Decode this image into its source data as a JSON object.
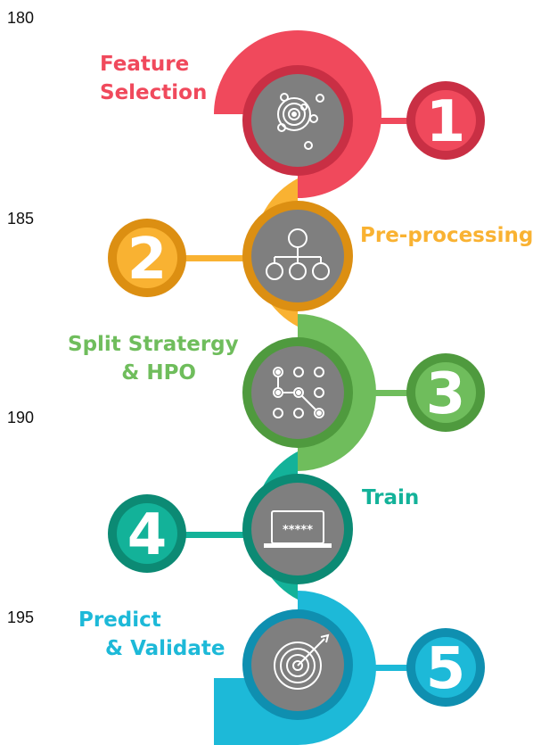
{
  "line_numbers": [
    "180",
    "185",
    "190",
    "195"
  ],
  "steps": [
    {
      "number": "1",
      "label_lines": [
        "Feature",
        "Selection"
      ],
      "icon": "orbit-icon",
      "color": "#f0495c",
      "dark": "#c92f44"
    },
    {
      "number": "2",
      "label_lines": [
        "Pre-processing"
      ],
      "icon": "hierarchy-icon",
      "color": "#f9b232",
      "dark": "#dc8f12"
    },
    {
      "number": "3",
      "label_lines": [
        "Split Stratergy",
        "& HPO"
      ],
      "icon": "pattern-grid-icon",
      "color": "#6fbd5c",
      "dark": "#4f9a3e"
    },
    {
      "number": "4",
      "label_lines": [
        "Train"
      ],
      "icon": "laptop-password-icon",
      "color": "#13b299",
      "dark": "#0c8a74"
    },
    {
      "number": "5",
      "label_lines": [
        "Predict",
        "& Validate"
      ],
      "icon": "target-arrow-icon",
      "color": "#1db9d8",
      "dark": "#0f8fb0"
    }
  ],
  "laptop_text": "*****"
}
